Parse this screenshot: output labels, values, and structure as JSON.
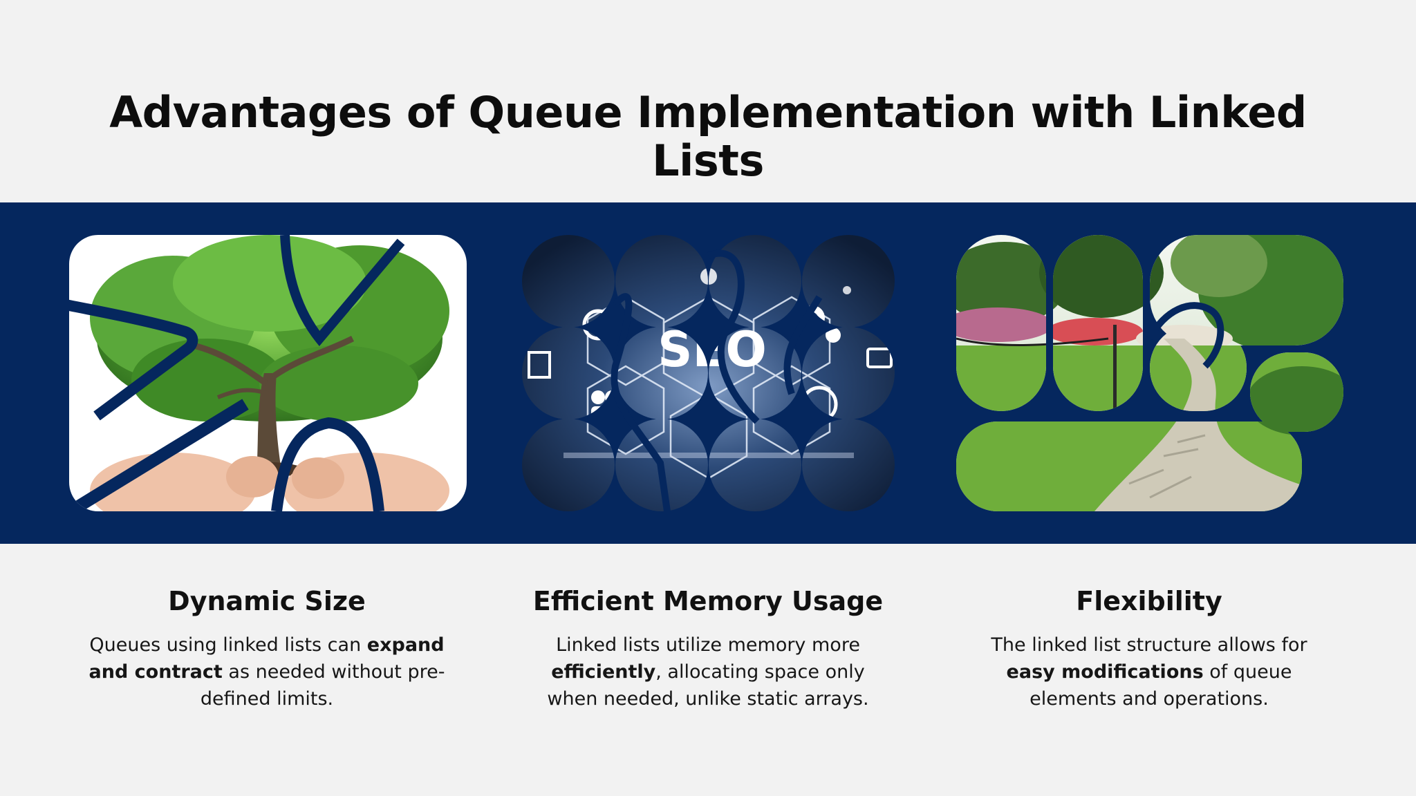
{
  "title": "Advantages of Queue Implementation with Linked Lists",
  "images": {
    "tree": {
      "icon": "tree-in-hands-image"
    },
    "seo": {
      "icon": "seo-hexagon-image",
      "label": "SEO"
    },
    "garden": {
      "icon": "garden-path-image"
    }
  },
  "colors": {
    "background": "#f2f2f2",
    "band": "#05275e",
    "text": "#111111"
  },
  "features": [
    {
      "heading": "Dynamic Size",
      "text_before": "Queues using linked lists can ",
      "text_bold": "expand and contract",
      "text_after": " as needed without pre-defined limits."
    },
    {
      "heading": "Efficient Memory Usage",
      "text_before": "Linked lists utilize memory more ",
      "text_bold": "efficiently",
      "text_after": ", allocating space only when needed, unlike static arrays."
    },
    {
      "heading": "Flexibility",
      "text_before": "The linked list structure allows for ",
      "text_bold": "easy modifications",
      "text_after": " of queue elements and operations."
    }
  ]
}
